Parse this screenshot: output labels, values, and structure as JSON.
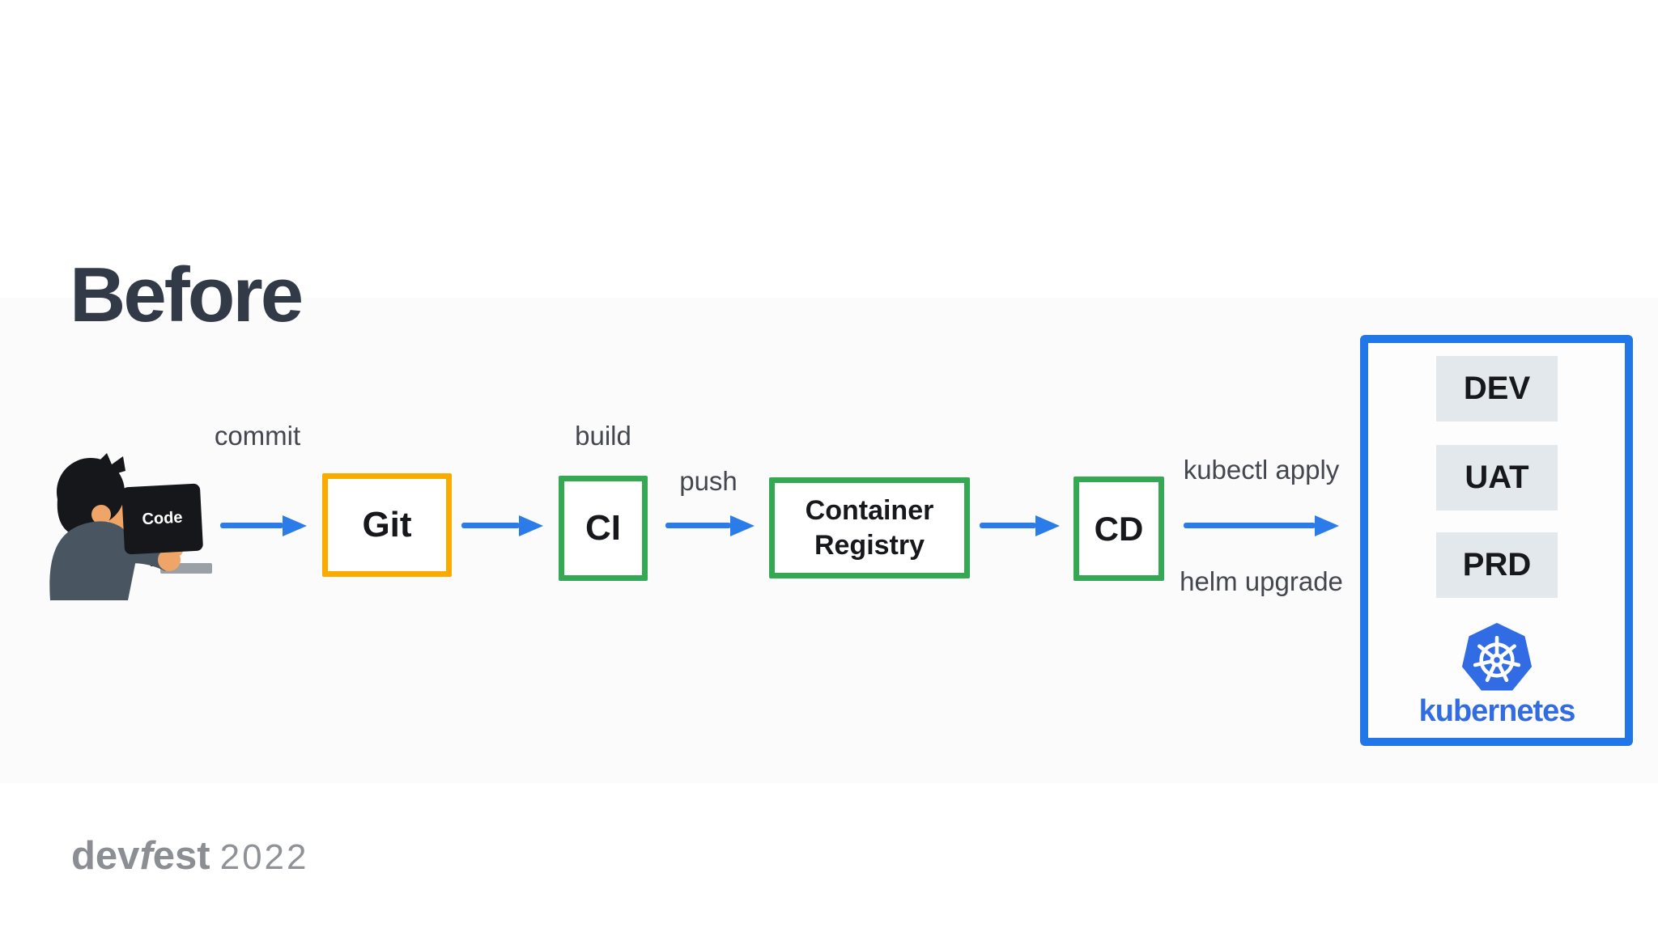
{
  "title": "Before",
  "pipeline": {
    "developer": {
      "monitor_label": "Code"
    },
    "edge_labels": {
      "commit": "commit",
      "build": "build",
      "push": "push",
      "kubectl_apply": "kubectl apply",
      "helm_upgrade": "helm upgrade"
    },
    "nodes": [
      {
        "label": "Git",
        "border_color": "#F9AB00"
      },
      {
        "label": "CI",
        "border_color": "#34A853"
      },
      {
        "label": "Container Registry",
        "border_color": "#34A853"
      },
      {
        "label": "CD",
        "border_color": "#34A853"
      }
    ],
    "arrow_color": "#2B7CE9",
    "kubernetes_cluster": {
      "border_color": "#2176E8",
      "environments": [
        "DEV",
        "UAT",
        "PRD"
      ],
      "logo_label": "kubernetes",
      "logo_color": "#326CE5",
      "environment_fill": "#e3e8ed"
    }
  },
  "footer": {
    "brand_pre": "dev",
    "brand_f": "f",
    "brand_post": "est",
    "year": "2022"
  }
}
